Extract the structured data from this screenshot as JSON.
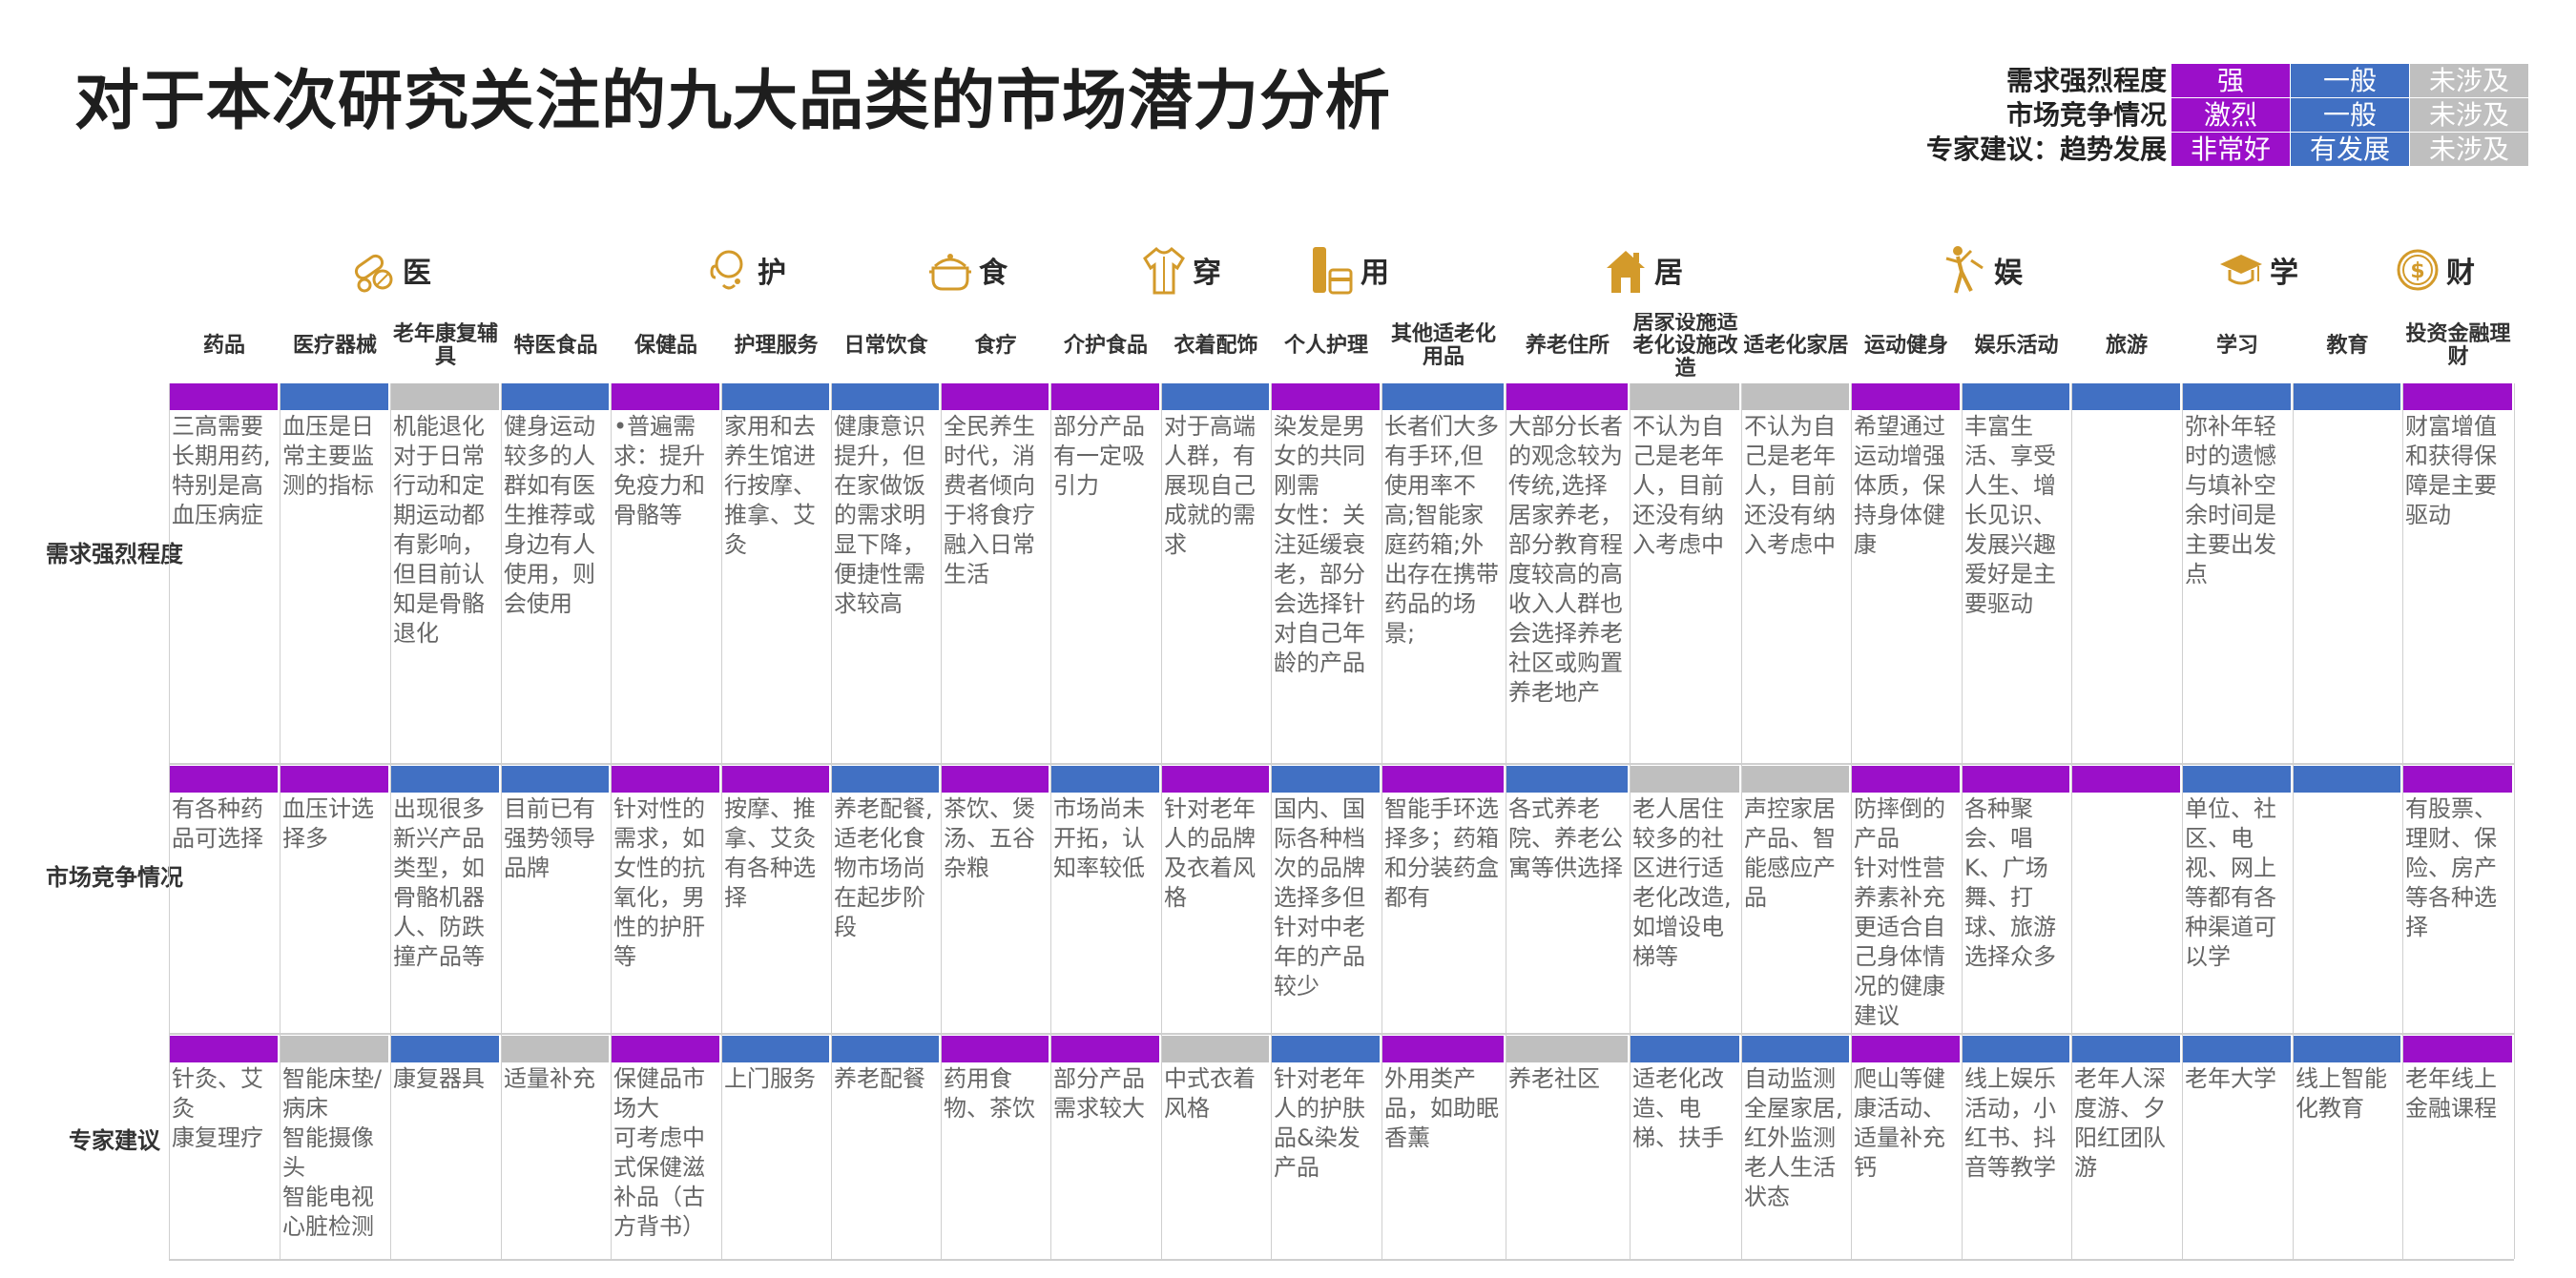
{
  "title": "对于本次研究关注的九大品类的市场潜力分析",
  "legend": {
    "rows": [
      {
        "label": "需求强烈程度",
        "values": [
          "强",
          "一般",
          "未涉及"
        ]
      },
      {
        "label": "市场竞争情况",
        "values": [
          "激烈",
          "一般",
          "未涉及"
        ]
      },
      {
        "label": "专家建议：趋势发展",
        "values": [
          "非常好",
          "有发展",
          "未涉及"
        ]
      }
    ],
    "colors": {
      "purple": "#9b0fc9",
      "blue": "#4170c3",
      "gray": "#bfbfbf"
    }
  },
  "categories": [
    {
      "label": "医",
      "icon": "pills-icon"
    },
    {
      "label": "护",
      "icon": "caregiver-icon"
    },
    {
      "label": "食",
      "icon": "cooking-pot-icon"
    },
    {
      "label": "穿",
      "icon": "clothing-icon"
    },
    {
      "label": "用",
      "icon": "toiletries-icon"
    },
    {
      "label": "居",
      "icon": "house-icon"
    },
    {
      "label": "娱",
      "icon": "dancing-person-icon"
    },
    {
      "label": "学",
      "icon": "graduation-cap-icon"
    },
    {
      "label": "财",
      "icon": "coin-icon"
    }
  ],
  "columns": [
    "药品",
    "医疗器械",
    "老年康复辅具",
    "特医食品",
    "保健品",
    "护理服务",
    "日常饮食",
    "食疗",
    "介护食品",
    "衣着配饰",
    "个人护理",
    "其他适老化用品",
    "养老住所",
    "居家设施适老化设施改造",
    "适老化家居",
    "运动健身",
    "娱乐活动",
    "旅游",
    "学习",
    "教育",
    "投资金融理财"
  ],
  "row_labels": [
    "需求强烈程度",
    "市场竞争情况",
    "专家建议"
  ],
  "rows": [
    {
      "bars": [
        "purple",
        "blue",
        "gray",
        "blue",
        "purple",
        "blue",
        "blue",
        "purple",
        "purple",
        "blue",
        "purple",
        "blue",
        "purple",
        "gray",
        "gray",
        "purple",
        "blue",
        "blue",
        "blue",
        "blue",
        "purple"
      ],
      "cells": [
        "三高需要长期用药,特别是高血压病症",
        "血压是日常主要监测的指标",
        "机能退化对于日常行动和定期运动都有影响，但目前认知是骨骼退化",
        "健身运动较多的人群如有医生推荐或身边有人使用，则会使用",
        "•普遍需求：提升免疫力和骨骼等",
        "家用和去养生馆进行按摩、推拿、艾灸",
        "健康意识提升，但在家做饭的需求明显下降，便捷性需求较高",
        "全民养生时代，消费者倾向于将食疗融入日常生活",
        "部分产品有一定吸引力",
        "对于高端人群，有展现自己成就的需求",
        "染发是男女的共同刚需\n女性：关注延缓衰老，部分会选择针对自己年龄的产品",
        "长者们大多有手环,但使用率不高;智能家庭药箱;外出存在携带药品的场景;",
        "大部分长者的观念较为传统,选择居家养老，部分教育程度较高的高收入人群也会选择养老社区或购置养老地产",
        "不认为自己是老年人，目前还没有纳入考虑中",
        "不认为自己是老年人，目前还没有纳入考虑中",
        "希望通过运动增强体质，保持身体健康",
        "丰富生活、享受人生、增长见识、发展兴趣爱好是主要驱动",
        "",
        "弥补年轻时的遗憾与填补空余时间是主要出发点",
        "",
        "财富增值和获得保障是主要驱动"
      ]
    },
    {
      "bars": [
        "purple",
        "purple",
        "blue",
        "blue",
        "purple",
        "purple",
        "blue",
        "purple",
        "blue",
        "purple",
        "blue",
        "purple",
        "blue",
        "gray",
        "gray",
        "purple",
        "purple",
        "purple",
        "blue",
        "blue",
        "purple"
      ],
      "cells": [
        "有各种药品可选择",
        "血压计选择多",
        "出现很多新兴产品类型，如骨骼机器人、防跌撞产品等",
        "目前已有强势领导品牌",
        "针对性的需求，如女性的抗氧化，男性的护肝等",
        "按摩、推拿、艾灸有各种选择",
        "养老配餐,适老化食物市场尚在起步阶段",
        "茶饮、煲汤、五谷杂粮",
        "市场尚未开拓，认知率较低",
        "针对老年人的品牌及衣着风格",
        "国内、国际各种档次的品牌选择多但针对中老年的产品较少",
        "智能手环选择多；药箱和分装药盒都有",
        "各式养老院、养老公寓等供选择",
        "老人居住较多的社区进行适老化改造,如增设电梯等",
        "声控家居产品、智能感应产品",
        "防摔倒的产品\n针对性营养素补充更适合自己身体情况的健康建议",
        "各种聚会、唱K、广场舞、打球、旅游选择众多",
        "",
        "单位、社区、电视、网上等都有各种渠道可以学",
        "",
        "有股票、理财、保险、房产等各种选择"
      ]
    },
    {
      "bars": [
        "purple",
        "gray",
        "blue",
        "gray",
        "purple",
        "blue",
        "blue",
        "purple",
        "purple",
        "gray",
        "blue",
        "purple",
        "gray",
        "blue",
        "blue",
        "purple",
        "blue",
        "blue",
        "blue",
        "blue",
        "purple"
      ],
      "cells": [
        "针灸、艾灸\n康复理疗",
        "智能床垫/病床\n智能摄像头\n智能电视心脏检测",
        "康复器具",
        "适量补充",
        "保健品市场大\n可考虑中式保健滋补品（古方背书）",
        "上门服务",
        "养老配餐",
        "药用食物、茶饮",
        "部分产品需求较大",
        "中式衣着风格",
        "针对老年人的护肤品&染发产品",
        "外用类产品，如助眠香薰",
        "养老社区",
        "适老化改造、电梯、扶手",
        "自动监测全屋家居,红外监测老人生活状态",
        "爬山等健康活动、适量补充钙",
        "线上娱乐活动，小红书、抖音等教学",
        "老年人深度游、夕阳红团队游",
        "老年大学",
        "线上智能化教育",
        "老年线上金融课程"
      ]
    }
  ]
}
